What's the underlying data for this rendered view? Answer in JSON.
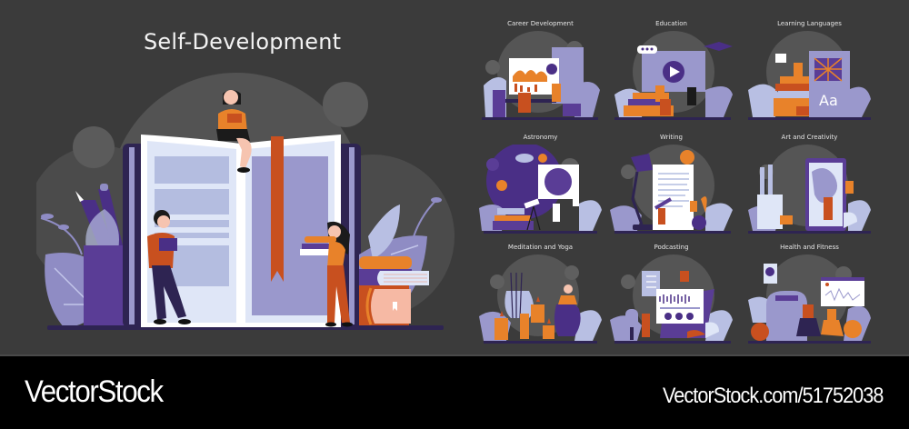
{
  "hero": {
    "title": "Self-Development",
    "colors": {
      "background": "#3b3b3b",
      "blob": "#545454",
      "book_cover": "#2e2452",
      "page": "#dfe6f7",
      "page_panel": "#b4bde0",
      "page_right": "#9a98cc",
      "bookmark": "#c8501f",
      "orange": "#e8822a",
      "purple": "#5a3d96",
      "leaf": "#8f8cc4",
      "leaf_light": "#b8bfe3"
    }
  },
  "tiles": [
    {
      "title": "Career Development",
      "icon": "presentation-chart-scene"
    },
    {
      "title": "Education",
      "icon": "video-lesson-scene"
    },
    {
      "title": "Learning Languages",
      "icon": "language-book-scene"
    },
    {
      "title": "Astronomy",
      "icon": "telescope-stars-scene"
    },
    {
      "title": "Writing",
      "icon": "document-pen-scene"
    },
    {
      "title": "Art and Creativity",
      "icon": "canvas-brush-scene"
    },
    {
      "title": "Meditation and Yoga",
      "icon": "candles-yoga-scene"
    },
    {
      "title": "Podcasting",
      "icon": "microphone-audio-scene"
    },
    {
      "title": "Health and Fitness",
      "icon": "workout-scene"
    }
  ],
  "footer": {
    "brand": "VectorStock",
    "url": "VectorStock.com/51752038"
  }
}
